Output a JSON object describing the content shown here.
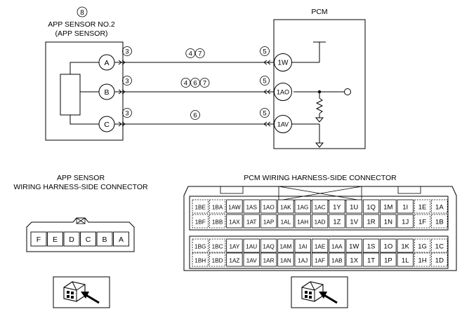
{
  "sensor": {
    "circle_number": "8",
    "title_line1": "APP SENSOR NO.2",
    "title_line2": "(APP SENSOR)",
    "terminals": [
      "A",
      "B",
      "C"
    ],
    "term_note": "3"
  },
  "pcm": {
    "title": "PCM",
    "terminals": [
      "1W",
      "1AO",
      "1AV"
    ],
    "term_note": "5"
  },
  "wires": [
    {
      "notes": [
        "4",
        "7"
      ]
    },
    {
      "notes": [
        "4",
        "6",
        "7"
      ]
    },
    {
      "notes": [
        "6"
      ]
    }
  ],
  "sensor_connector": {
    "title_line1": "APP SENSOR",
    "title_line2": "WIRING HARNESS-SIDE CONNECTOR",
    "pins": [
      "F",
      "E",
      "D",
      "C",
      "B",
      "A"
    ]
  },
  "pcm_connector": {
    "title": "PCM WIRING HARNESS-SIDE CONNECTOR",
    "upper_rows": [
      [
        "1BE",
        "1BA",
        "1AW",
        "1AS",
        "1AO",
        "1AK",
        "1AG",
        "1AC",
        "1Y",
        "1U",
        "1Q",
        "1M",
        "1I",
        "1E",
        "1A"
      ],
      [
        "1BF",
        "1BB",
        "1AX",
        "1AT",
        "1AP",
        "1AL",
        "1AH",
        "1AD",
        "1Z",
        "1V",
        "1R",
        "1N",
        "1J",
        "1F",
        "1B"
      ]
    ],
    "lower_rows": [
      [
        "1BG",
        "1BC",
        "1AY",
        "1AU",
        "1AQ",
        "1AM",
        "1AI",
        "1AE",
        "1AA",
        "1W",
        "1S",
        "1O",
        "1K",
        "1G",
        "1C"
      ],
      [
        "1BH",
        "1BD",
        "1AZ",
        "1AV",
        "1AR",
        "1AN",
        "1AJ",
        "1AF",
        "1AB",
        "1X",
        "1T",
        "1P",
        "1L",
        "1H",
        "1D"
      ]
    ]
  }
}
